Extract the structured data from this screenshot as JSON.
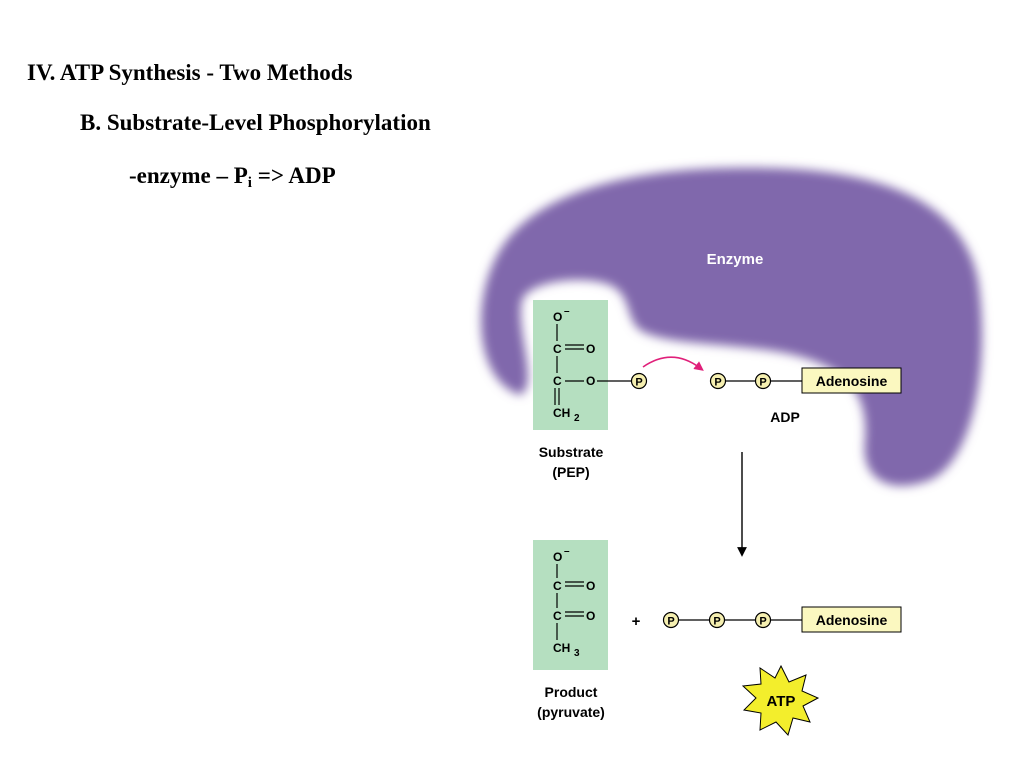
{
  "slide": {
    "title": "IV. ATP Synthesis - Two Methods",
    "subtitle": "B. Substrate-Level  Phosphorylation",
    "bullet": {
      "prefix": "-enzyme – P",
      "sub": "i",
      "suffix": " => ADP"
    }
  },
  "diagram": {
    "enzyme_label": "Enzyme",
    "colors": {
      "enzyme": "#8068ac",
      "molecule_box": "#b5dfc0",
      "adenosine_box": "#fbf8c0",
      "phosphate_fill": "#f5efb0",
      "arrow_magenta": "#e0207a",
      "atp_star": "#f3ee2c"
    },
    "substrate": {
      "atoms": [
        "O",
        "–",
        "C",
        "O",
        "C",
        "O",
        "CH",
        "2"
      ],
      "label_line1": "Substrate",
      "label_line2": "(PEP)"
    },
    "phosphate_symbol": "P",
    "adp": {
      "adenosine": "Adenosine",
      "label": "ADP"
    },
    "product": {
      "atoms": [
        "O",
        "–",
        "C",
        "O",
        "C",
        "O",
        "CH",
        "3"
      ],
      "label_line1": "Product",
      "label_line2": "(pyruvate)"
    },
    "plus": "+",
    "atp": {
      "adenosine": "Adenosine",
      "badge": "ATP"
    }
  }
}
